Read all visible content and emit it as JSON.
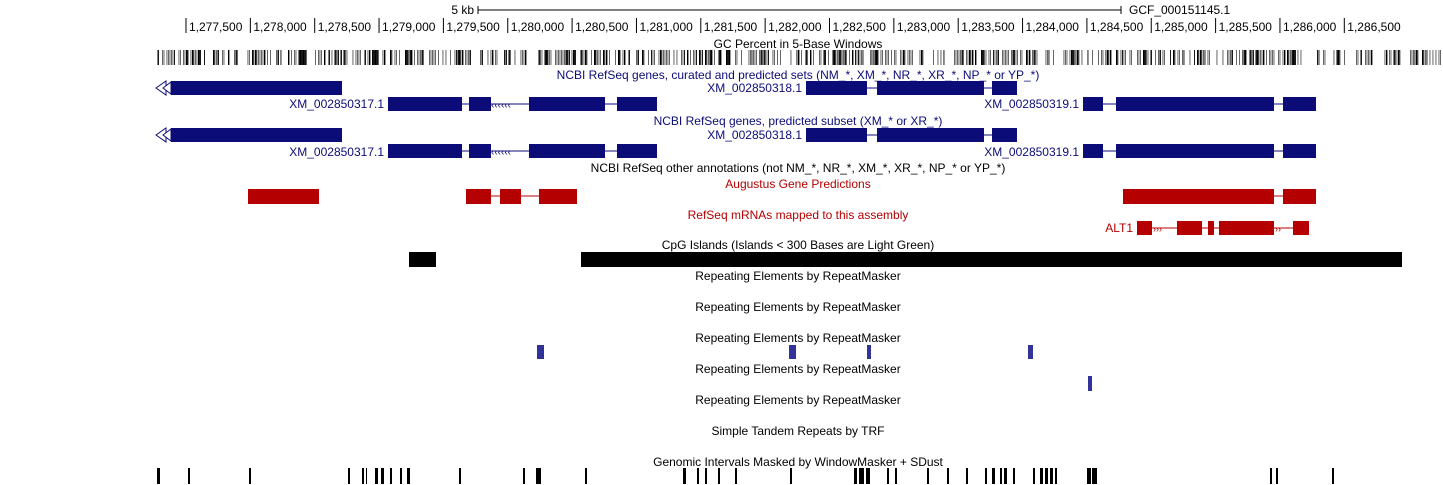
{
  "ruler": {
    "scale_label": "5 kb",
    "assembly": "GCF_000151145.1",
    "ticks": [
      "1,277,500",
      "1,278,000",
      "1,278,500",
      "1,279,000",
      "1,279,500",
      "1,280,000",
      "1,280,500",
      "1,281,000",
      "1,281,500",
      "1,282,000",
      "1,282,500",
      "1,283,000",
      "1,283,500",
      "1,284,000",
      "1,284,500",
      "1,285,000",
      "1,285,500",
      "1,286,000",
      "1,286,500"
    ]
  },
  "tracks": {
    "gc_percent": "GC Percent in 5-Base Windows",
    "refseq_all": "NCBI RefSeq genes, curated and predicted sets (NM_*, XM_*, NR_*, XR_*, NP_* or YP_*)",
    "refseq_predicted": "NCBI RefSeq genes, predicted subset (XM_* or XR_*)",
    "refseq_other": "NCBI RefSeq other annotations (not NM_*, NR_*, XM_*, XR_*, NP_* or YP_*)",
    "augustus": "Augustus Gene Predictions",
    "refseq_mrna": "RefSeq mRNAs mapped to this assembly",
    "cpg": "CpG Islands (Islands < 300 Bases are Light Green)",
    "rmsk1": "Repeating Elements by RepeatMasker",
    "rmsk2": "Repeating Elements by RepeatMasker",
    "rmsk3": "Repeating Elements by RepeatMasker",
    "rmsk4": "Repeating Elements by RepeatMasker",
    "rmsk5": "Repeating Elements by RepeatMasker",
    "trf": "Simple Tandem Repeats by TRF",
    "windowmasker": "Genomic Intervals Masked by WindowMasker + SDust"
  },
  "genes": {
    "g1": "XM_002850317.1",
    "g2": "XM_002850318.1",
    "g3": "XM_002850319.1",
    "g1b": "XM_002850317.1",
    "g2b": "XM_002850318.1",
    "g3b": "XM_002850319.1",
    "mrna": "ALT1"
  },
  "colors": {
    "refseq": "#0c0c78",
    "augustus": "#b40000",
    "repeat": "#32329b",
    "cpg": "#000000",
    "text": "#000000"
  }
}
